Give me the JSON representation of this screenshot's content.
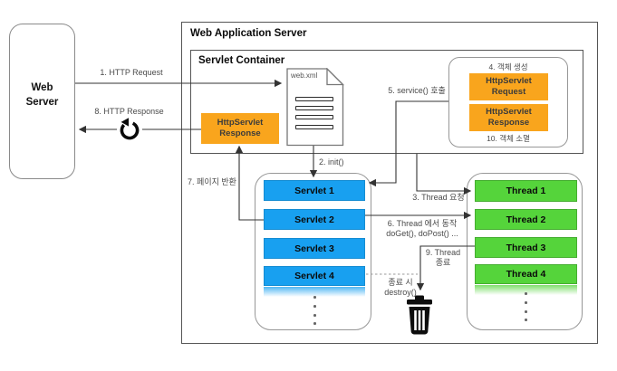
{
  "diagram": {
    "web_server": {
      "line1": "Web",
      "line2": "Server"
    },
    "was_title": "Web Application Server",
    "servlet_container_title": "Servlet Container",
    "webxml_label": "web.xml",
    "response_box_left": {
      "line1": "HttpServlet",
      "line2": "Response"
    },
    "object_box": {
      "create_label": "4. 객체 생성",
      "request": {
        "line1": "HttpServlet",
        "line2": "Request"
      },
      "response": {
        "line1": "HttpServlet",
        "line2": "Response"
      },
      "destroy_label": "10. 객체 소멸"
    },
    "servlets": [
      "Servlet 1",
      "Servlet 2",
      "Servlet 3",
      "Servlet 4"
    ],
    "threads": [
      "Thread 1",
      "Thread 2",
      "Thread 3",
      "Thread 4"
    ],
    "flow_labels": {
      "l1": "1. HTTP Request",
      "l2": "2. init()",
      "l3": "3. Thread 요청",
      "l5": "5. service() 호출",
      "l6a": "6. Thread 에서 동작",
      "l6b": "doGet(), doPost() ...",
      "l7": "7. 페이지 반환",
      "l8": "8. HTTP Response",
      "l9a": "9. Thread",
      "l9b": "종료",
      "destroy_a": "종료 시",
      "destroy_b": "destroy()"
    },
    "colors": {
      "orange": "#F9A51D",
      "blue": "#18A0F0",
      "green": "#55D43B",
      "line": "#333333"
    }
  }
}
